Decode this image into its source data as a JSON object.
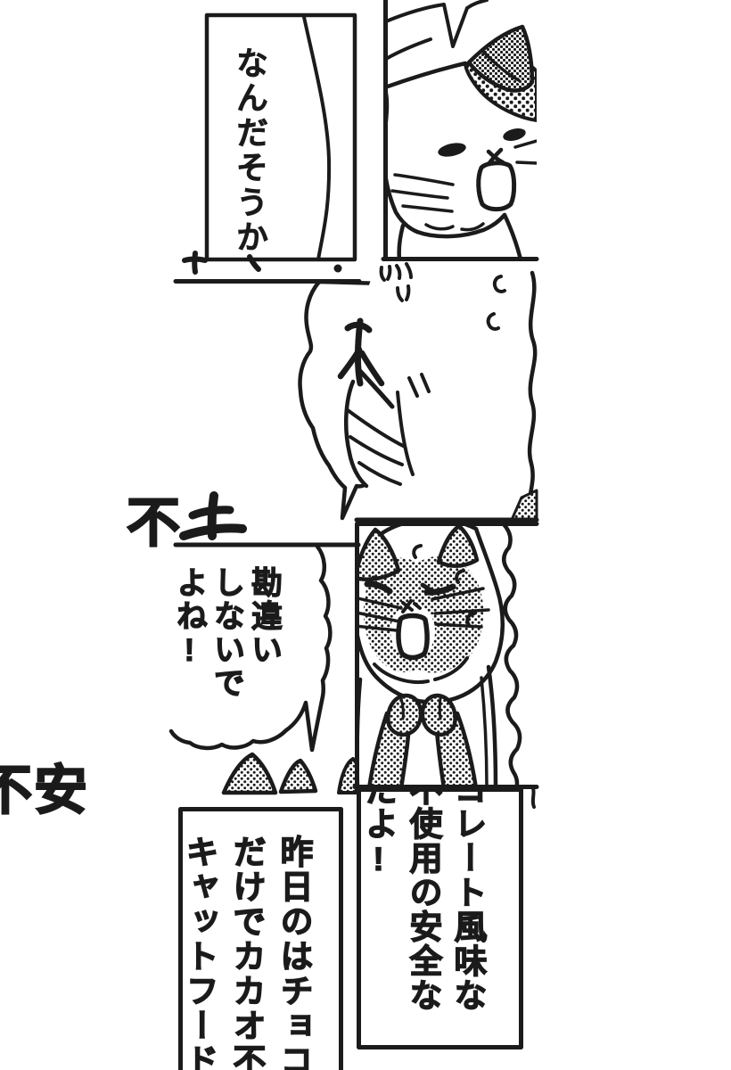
{
  "page": {
    "paper_color": "#ffffff",
    "ink_color": "#1b1b1b"
  },
  "dialogue": {
    "top_left_bubble": {
      "text": "なんだそうか"
    },
    "mid_left_bubble": {
      "lines": [
        "勘違い",
        "しないで",
        "よね!"
      ]
    },
    "bottom_left_panel": {
      "lines": [
        "昨日のはチョコ",
        "だけでカカオ不",
        "キャットフード"
      ]
    },
    "bottom_right_panel": {
      "lines": [
        "コレート風味な",
        "不使用の安全な",
        "だよ!"
      ]
    }
  },
  "background_text": {
    "large_kanji": "不",
    "handwritten_kanji": "土",
    "anxiety_word": "不安"
  }
}
